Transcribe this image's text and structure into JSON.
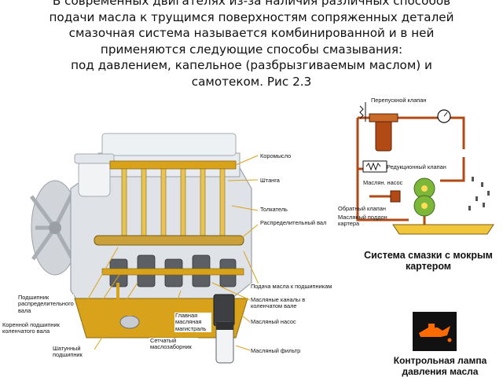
{
  "heading": {
    "lines": [
      "В современных двигателях из-за наличия различных способов",
      "подачи масла к трущимся поверхностям сопряженных деталей",
      "смазочная система называется комбинированной и в ней",
      "применяются следующие способы смазывания:",
      "под давлением, капельное (разбрызгиваемым маслом) и",
      "самотеком. Рис 2.3"
    ]
  },
  "engine_labels": {
    "rocker": "Коромысло",
    "pushrod": "Штанга",
    "tappet": "Толкатель",
    "camshaft": "Распределительный вал",
    "cam_bearing": "Подшипник распределительного вала",
    "main_bearing": "Коренной подшипник коленчатого вала",
    "rod_bearing": "Шатунный подшипник",
    "main_gallery": "Главная масляная магистраль",
    "strainer": "Сетчатый маслозаборник",
    "bearing_feed": "Подача масла к подшипникам",
    "crank_channels": "Масляные каналы в коленчатом вале",
    "oil_pump": "Масляный насос",
    "oil_filter": "Масляный фильтр"
  },
  "schematic": {
    "bypass_valve": "Перепускной клапан",
    "reducing_valve": "Редукционный клапан",
    "pump": "Маслян. насос",
    "check_valve": "Обратный клапан",
    "sump": "Масляный поддон картера",
    "caption": "Система смазки с мокрым картером"
  },
  "lamp": {
    "caption": "Контрольная лампа давления масла"
  },
  "colors": {
    "oil": "#d9a21b",
    "pipe": "#b24a16",
    "lamp_bg": "#111111",
    "lamp_icon": "#ff6a00"
  }
}
